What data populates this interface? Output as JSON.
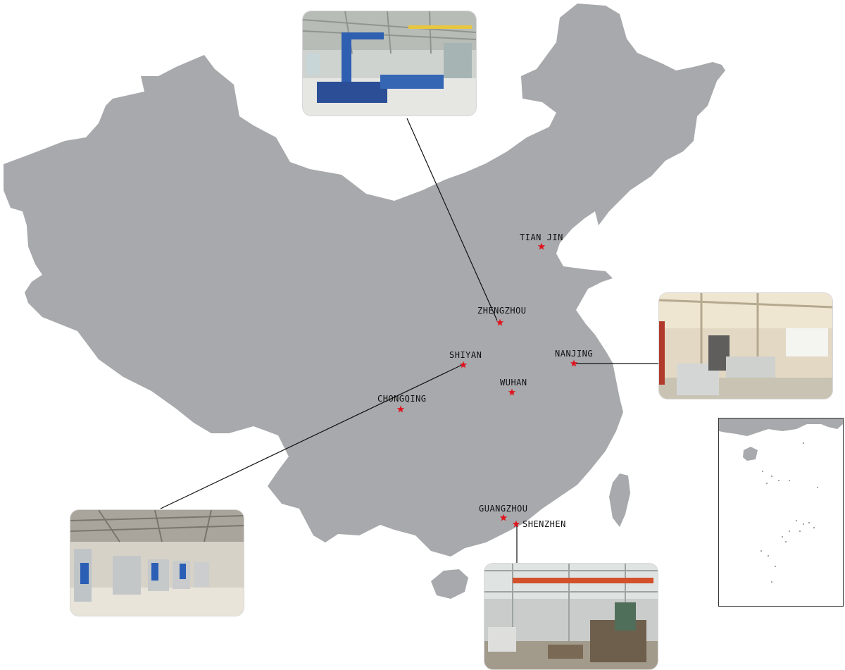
{
  "map": {
    "land_color": "#a7a9ac",
    "marker_color": "#e0141e",
    "marker_icon": "star-icon",
    "cities": [
      {
        "id": "tianjin",
        "label": "TIAN JIN"
      },
      {
        "id": "zhengzhou",
        "label": "ZHENGZHOU"
      },
      {
        "id": "nanjing",
        "label": "NANJING"
      },
      {
        "id": "shiyan",
        "label": "SHIYAN"
      },
      {
        "id": "wuhan",
        "label": "WUHAN"
      },
      {
        "id": "chongqing",
        "label": "CHONGQING"
      },
      {
        "id": "guangzhou",
        "label": "GUANGZHOU"
      },
      {
        "id": "shenzhen",
        "label": "SHENZHEN"
      }
    ]
  },
  "photos": [
    {
      "id": "zhengzhou-factory",
      "linked_city": "zhengzhou",
      "depicts": "factory interior with blue gantry crane and welding line"
    },
    {
      "id": "nanjing-factory",
      "linked_city": "nanjing",
      "depicts": "factory hall with large gantry machining centers"
    },
    {
      "id": "shiyan-factory",
      "linked_city": "shiyan",
      "depicts": "workshop with CNC machines and workers in blue uniforms"
    },
    {
      "id": "shenzhen-factory",
      "linked_city": "shenzhen",
      "depicts": "factory hall with red overhead crane and stacked steel parts"
    }
  ],
  "inset": {
    "depicts": "South China Sea islands inset"
  }
}
